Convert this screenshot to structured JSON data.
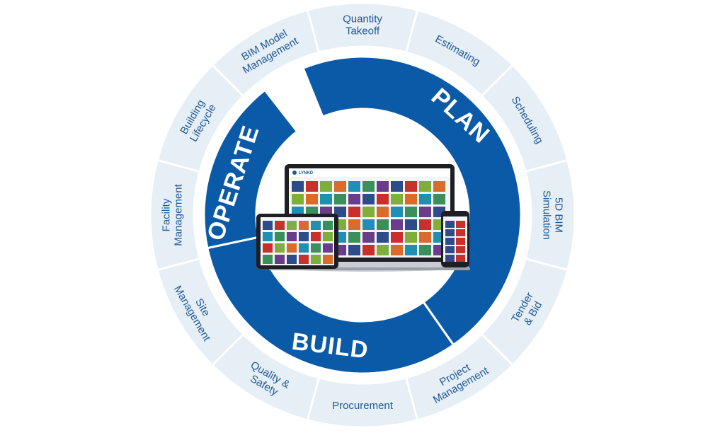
{
  "diagram": {
    "outer_segments": [
      "Quantity Takeoff",
      "Estimating",
      "Scheduling",
      "5D BIM Simulation",
      "Tender & Bid",
      "Project Management",
      "Procurement",
      "Quality & Safety",
      "Site Management",
      "Facility Management",
      "Building Lifecycle",
      "BIM Model Management"
    ],
    "phases": {
      "plan": "PLAN",
      "build": "BUILD",
      "operate": "OPERATE"
    },
    "brand": "LYNKD",
    "colors": {
      "ring_fill": "#e6eef6",
      "ring_border": "#c9d8e7",
      "phase_blue": "#0b5aa8",
      "text_blue": "#1f5a96",
      "tiles": [
        "#2e4b8a",
        "#3a8f5a",
        "#d96b2b",
        "#c9302c",
        "#6a3d8a",
        "#1f8fb5",
        "#7fae3b"
      ]
    }
  }
}
